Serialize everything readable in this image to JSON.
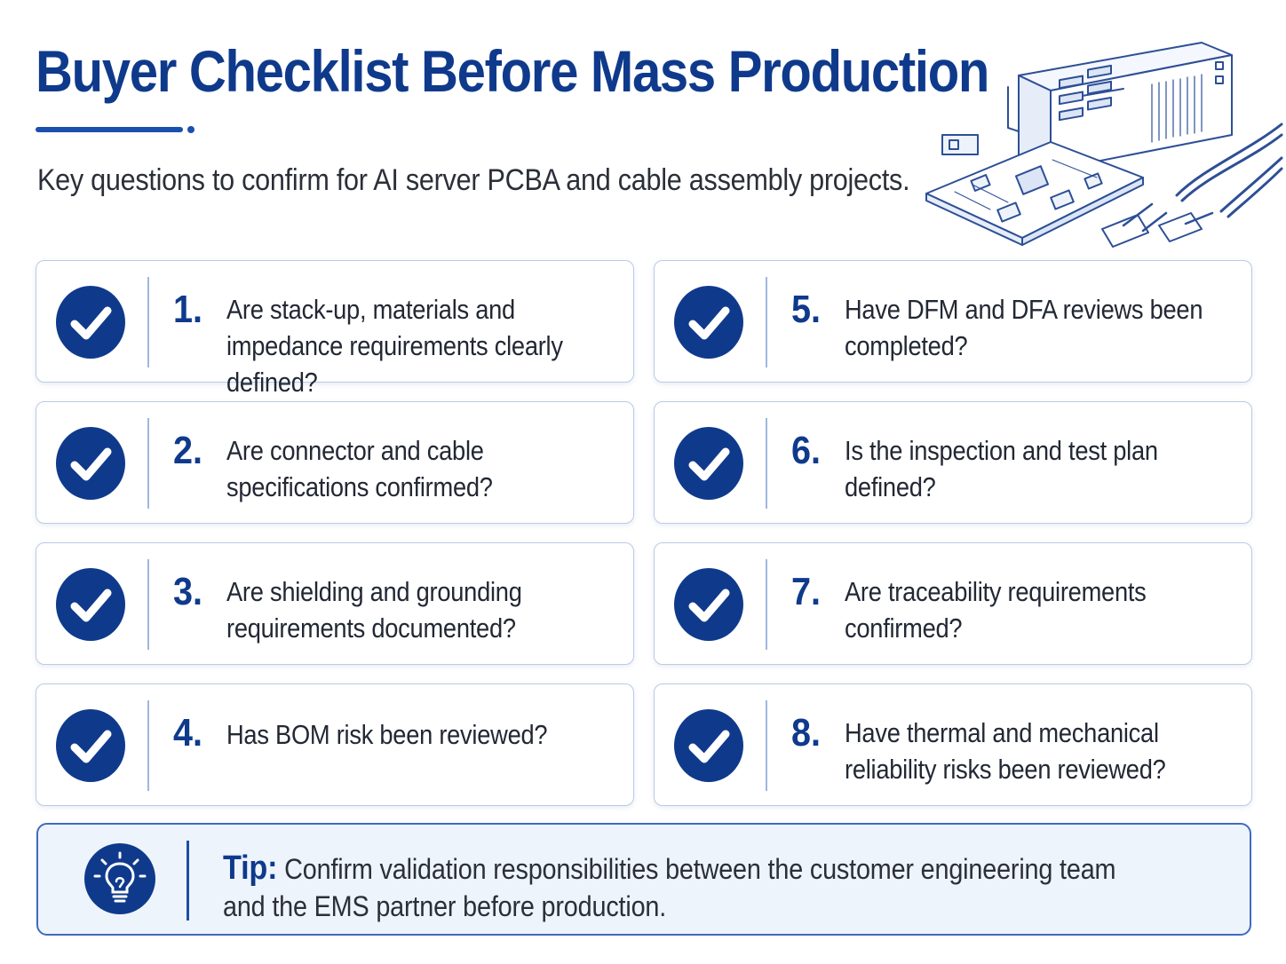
{
  "header": {
    "title": "Buyer Checklist Before Mass Production",
    "subtitle": "Key questions to confirm for AI server PCBA and cable assembly projects."
  },
  "checklist": [
    {
      "number": "1.",
      "question": "Are stack-up, materials and impedance requirements clearly defined?"
    },
    {
      "number": "2.",
      "question": "Are connector and cable specifications confirmed?"
    },
    {
      "number": "3.",
      "question": "Are shielding and grounding requirements documented?"
    },
    {
      "number": "4.",
      "question": "Has BOM risk been reviewed?"
    },
    {
      "number": "5.",
      "question": "Have DFM and DFA reviews been completed?"
    },
    {
      "number": "6.",
      "question": "Is the inspection and test plan defined?"
    },
    {
      "number": "7.",
      "question": "Are traceability requirements confirmed?"
    },
    {
      "number": "8.",
      "question": "Have thermal and mechanical reliability risks been reviewed?"
    }
  ],
  "tip": {
    "label": "Tip:",
    "text": "Confirm validation responsibilities between the customer engineering team and the EMS partner before production."
  },
  "colors": {
    "brand": "#0f3a8c",
    "accent": "#1b4fae",
    "card_border": "#b9cbe6",
    "tip_background": "#eef4fc"
  },
  "icons": {
    "check": "check-circle-icon",
    "tip": "lightbulb-icon",
    "illustration": "server-pcb-cable-illustration"
  }
}
